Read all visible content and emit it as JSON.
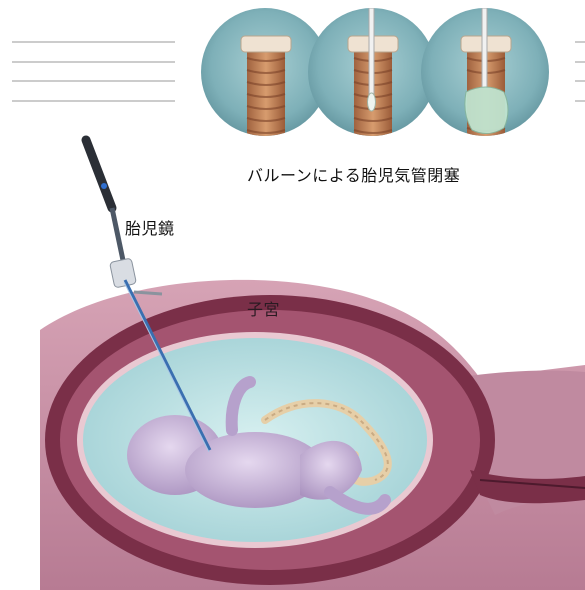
{
  "labels": {
    "balloon_caption": "バルーンによる胎児気管閉塞",
    "fetoscope": "胎児鏡",
    "uterus": "子宮"
  },
  "colors": {
    "amniotic_fluid": "#bfe4e6",
    "uterine_wall": "#7a2f48",
    "abdomen_skin": "#cf9aac",
    "fetus_skin": "#c9b6d9",
    "trachea": "#c98a5e",
    "balloon": "#bfe3cf",
    "fetoscope_shaft": "#3a6fb0"
  },
  "icons": {
    "diagram": "fetoscopic-tracheal-occlusion-illustration"
  }
}
